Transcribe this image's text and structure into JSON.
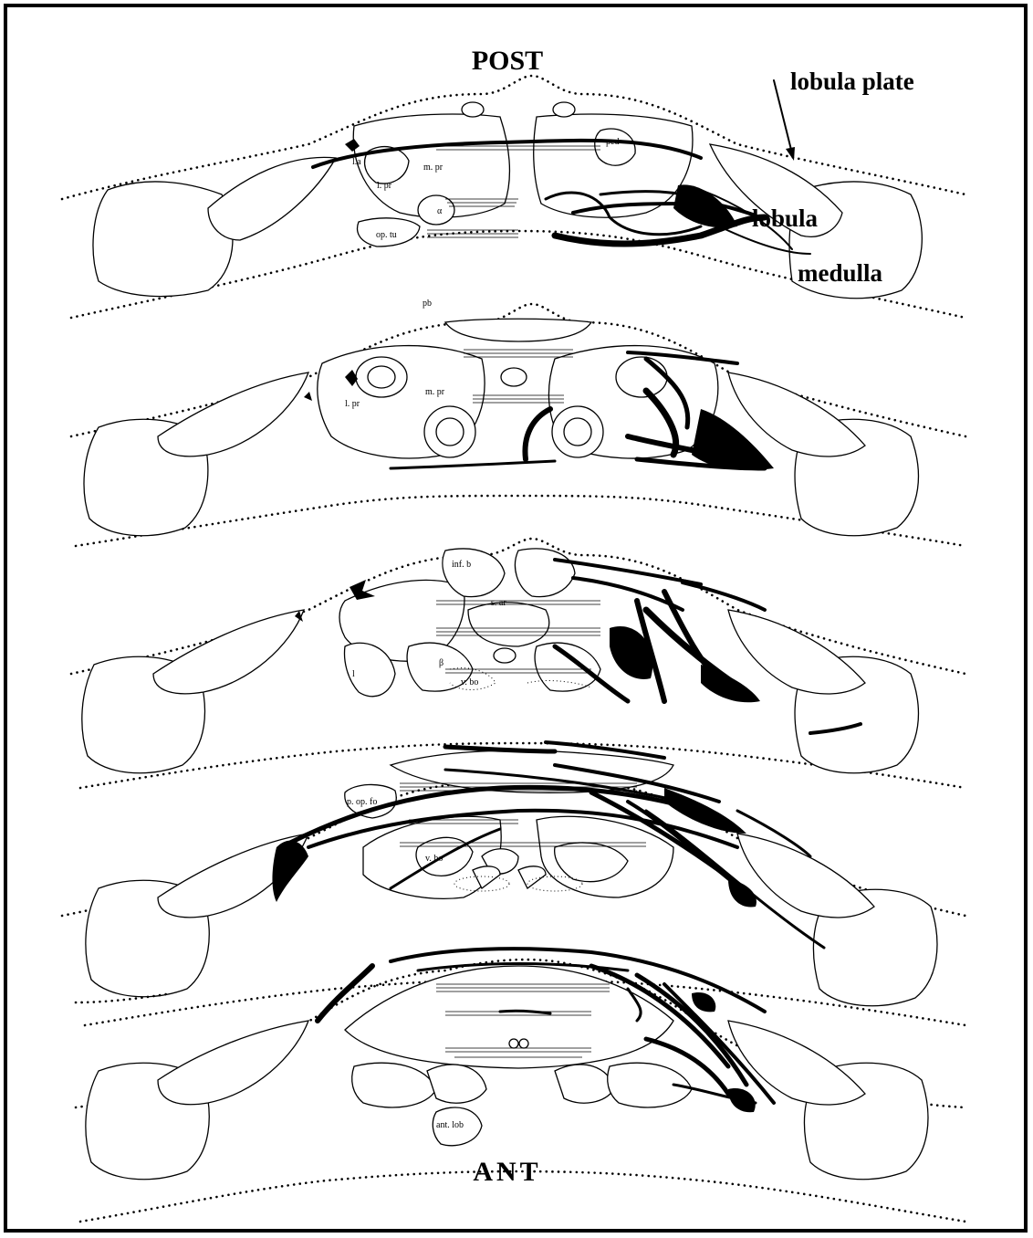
{
  "orientation": {
    "top": "POST",
    "bottom": "ANT"
  },
  "region_labels": {
    "lobula_plate": "lobula plate",
    "lobula": "lobula",
    "medulla": "medulla"
  },
  "section_labels": {
    "s1": [
      "l.a",
      "l. pr",
      "m. pr",
      "ped",
      "op. tu",
      "α"
    ],
    "s2": [
      "pb",
      "l. pr",
      "m. pr"
    ],
    "s3": [
      "inf. b",
      "s. ar",
      "β",
      "v. bo",
      "l"
    ],
    "s4": [
      "p. op. fo",
      "v. bo"
    ],
    "s5": [
      "ant. lob"
    ]
  }
}
